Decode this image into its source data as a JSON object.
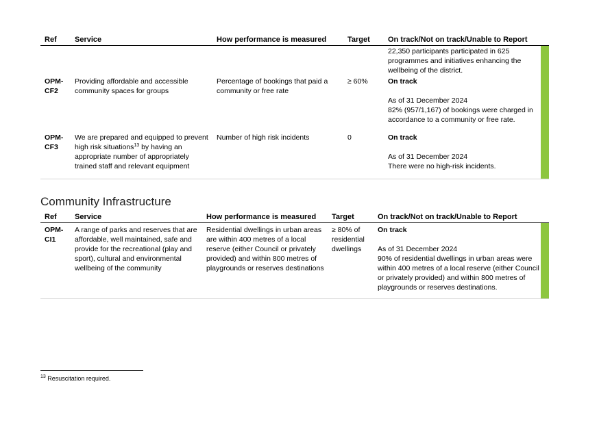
{
  "table1": {
    "headers": {
      "ref": "Ref",
      "service": "Service",
      "measure": "How performance is measured",
      "target": "Target",
      "status": "On track/Not on track/Unable to Report"
    },
    "continuation_text": "22,350 participants participated in 625 programmes and initiatives enhancing the wellbeing of the district.",
    "rows": [
      {
        "ref_line1": "OPM-",
        "ref_line2": "CF2",
        "service": "Providing affordable and accessible community spaces for groups",
        "measure": "Percentage of bookings that paid a community or free rate",
        "target": "≥ 60%",
        "status": "On track",
        "as_of": "As of 31 December 2024",
        "detail": "82% (957/1,167) of bookings were charged in accordance to a community or free rate."
      },
      {
        "ref_line1": "OPM-",
        "ref_line2": "CF3",
        "service_before": "We are prepared and equipped to prevent high risk situations",
        "service_sup": "13",
        "service_after": " by having an appropriate number of appropriately trained staff and relevant equipment",
        "measure": "Number of high risk incidents",
        "target": "0",
        "status": "On track",
        "as_of": "As of 31 December 2024",
        "detail": "There were no high-risk incidents."
      }
    ]
  },
  "section_title": "Community Infrastructure",
  "table2": {
    "headers": {
      "ref": "Ref",
      "service": "Service",
      "measure": "How performance is measured",
      "target": "Target",
      "status": "On track/Not on track/Unable to Report"
    },
    "rows": [
      {
        "ref_line1": "OPM-",
        "ref_line2": "CI1",
        "service": "A range of parks and reserves that are affordable, well maintained, safe and provide for the recreational (play and sport), cultural and environmental wellbeing of the community",
        "measure": "Residential dwellings in urban areas are within 400 metres of a local reserve (either Council or privately provided) and within 800 metres of playgrounds or reserves destinations",
        "target": "≥ 80% of residential dwellings",
        "status": "On track",
        "as_of": "As of 31 December 2024",
        "detail": "90% of residential dwellings in urban areas were within 400 metres of a local reserve (either Council or privately provided) and within 800 metres of playgrounds or reserves destinations."
      }
    ]
  },
  "footnote": {
    "number": "13",
    "text": " Resuscitation required."
  },
  "colors": {
    "status_bar": "#8dc63f",
    "row_rule": "#d4d4d4"
  }
}
